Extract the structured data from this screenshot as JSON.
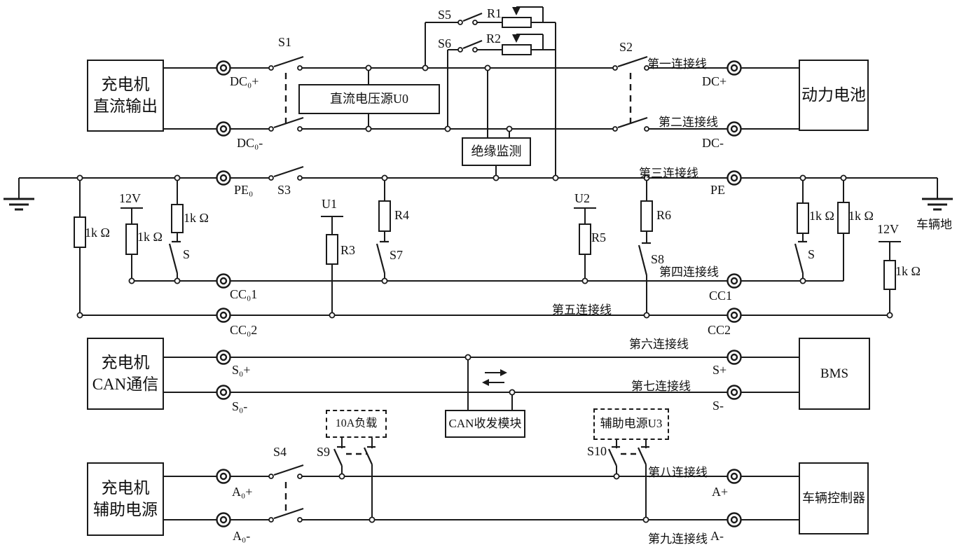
{
  "colors": {
    "ink": "#1a1a1a",
    "paper": "#ffffff"
  },
  "blocks": {
    "charger_dc": {
      "line1": "充电机",
      "line2": "直流输出"
    },
    "battery": {
      "label": "动力电池"
    },
    "dc_source": {
      "label": "直流电压源U0"
    },
    "insulation": {
      "label": "绝缘监测"
    },
    "charger_can": {
      "line1": "充电机",
      "line2": "CAN通信"
    },
    "bms": {
      "label": "BMS"
    },
    "can_module": {
      "label": "CAN收发模块"
    },
    "load_10a": {
      "label": "10A负载"
    },
    "aux_source_u3": {
      "label": "辅助电源U3"
    },
    "charger_aux": {
      "line1": "充电机",
      "line2": "辅助电源"
    },
    "vehicle_controller": {
      "label": "车辆控制器"
    }
  },
  "switches": {
    "s1": "S1",
    "s2": "S2",
    "s3": "S3",
    "s4": "S4",
    "s5": "S5",
    "s6": "S6",
    "s7": "S7",
    "s8": "S8",
    "s9": "S9",
    "s10": "S10",
    "s_left": "S",
    "s_right": "S"
  },
  "resistors": {
    "r1": "R1",
    "r2": "R2",
    "r3": "R3",
    "r4": "R4",
    "r5": "R5",
    "r6": "R6",
    "r_1k": "1k Ω"
  },
  "sources": {
    "u1": "U1",
    "u2": "U2",
    "v12_left": "12V",
    "v12_right": "12V"
  },
  "terminals": {
    "dc0_plus": "DC₀+",
    "dc0_minus": "DC₀-",
    "dc_plus": "DC+",
    "dc_minus": "DC-",
    "pe0": "PE₀",
    "pe": "PE",
    "cc01": "CC₀1",
    "cc02": "CC₀2",
    "cc1": "CC1",
    "cc2": "CC2",
    "s0_plus": "S₀+",
    "s0_minus": "S₀-",
    "s_plus": "S+",
    "s_minus": "S-",
    "a0_plus": "A₀+",
    "a0_minus": "A₀-",
    "a_plus": "A+",
    "a_minus": "A-"
  },
  "connect_lines": {
    "l1": "第一连接线",
    "l2": "第二连接线",
    "l3": "第三连接线",
    "l4": "第四连接线",
    "l5": "第五连接线",
    "l6": "第六连接线",
    "l7": "第七连接线",
    "l8": "第八连接线",
    "l9": "第九连接线"
  },
  "grounds": {
    "vehicle": "车辆地"
  }
}
